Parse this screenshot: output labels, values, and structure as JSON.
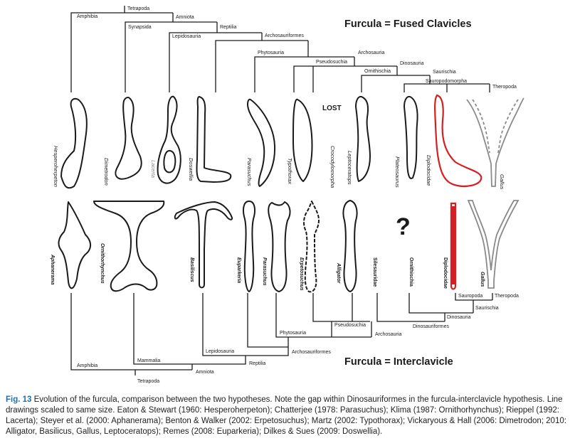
{
  "figure": {
    "top_heading": "Furcula = Fused Clavicles",
    "bottom_heading": "Furcula = Interclavicle",
    "lost_label": "LOST",
    "unknown_mark": "?",
    "top_clades": {
      "tetrapoda": "Tetrapoda",
      "amphibia": "Amphibia",
      "amniota": "Amniota",
      "synapsida": "Synapsida",
      "reptilia": "Reptilia",
      "lepidosauria": "Lepidosauria",
      "archosauriformes": "Archosauriformes",
      "phytosauria": "Phytosauria",
      "archosauria": "Archosauria",
      "pseudosuchia": "Pseudosuchia",
      "dinosauria": "Dinosauria",
      "ornithischia": "Ornithischia",
      "saurischia": "Saurischia",
      "sauropodomorpha": "Sauropodomorpha",
      "theropoda": "Theropoda"
    },
    "top_taxa": {
      "hesperoherpeton": "Hesperoherpeton",
      "dimetrodon": "Dimetrodon",
      "lacerta": "Lacerta",
      "doswellia": "Doswellia",
      "parasuchus": "Parasuchus",
      "typothorax": "Typothorax",
      "crocodylomorpha": "Crocodylomorpha",
      "leptoceratops": "Leptoceratops",
      "plateosaurus": "Plateosaurus",
      "diplodocidae": "Diplodocidae",
      "gallus": "Gallus"
    },
    "bottom_taxa": {
      "aphanerama": "Aphanerama",
      "ornithorhynchus": "Ornithorhynchus",
      "basiliscus": "Basiliscus",
      "euparkeria": "Euparkeria",
      "parasuchus": "Parasuchus",
      "erpetosuchus": "Erpetosuchus",
      "alligator": "Alligator",
      "silesauridae": "Silesauridae",
      "ornithischia": "Ornithischia",
      "diplodocidae": "Diplodocidae",
      "gallus": "Gallus"
    },
    "bottom_clades": {
      "sauropoda": "Sauropoda",
      "theropoda": "Theropoda",
      "saurischia": "Saurischia",
      "dinosauria": "Dinosauria",
      "pseudosuchia": "Pseudosuchia",
      "dinosauriformes": "Dinosauriformes",
      "phytosauria": "Phytosauria",
      "archosauria": "Archosauria",
      "archosauriformes": "Archosauriformes",
      "lepidosauria": "Lepidosauria",
      "reptilia": "Reptilia",
      "mammalia": "Mammalia",
      "amniota": "Amniota",
      "amphibia": "Amphibia",
      "tetrapoda": "Tetrapoda"
    }
  },
  "caption": {
    "label": "Fig. 13",
    "text": "Evolution of the furcula, comparison between the two hypotheses. Note the gap within Dinosauriformes in the furcula-interclavicle hypothesis. Line drawings scaled to same size. Eaton & Stewart (1960: Hesperoherpeton); Chatterjee (1978: Parasuchus); Klima (1987: Ornithorhynchus); Rieppel (1992: Lacerta); Steyer et al. (2000: Aphanerama); Benton & Walker (2002: Erpetosuchus); Martz (2002: Typothorax); Vickaryous & Hall (2006: Dimetrodon; 2010: Alligator, Basilicus, Gallus, Leptoceratops); Remes (2008: Euparkeria); Dilkes & Sues (2009: Doswellia)."
  }
}
